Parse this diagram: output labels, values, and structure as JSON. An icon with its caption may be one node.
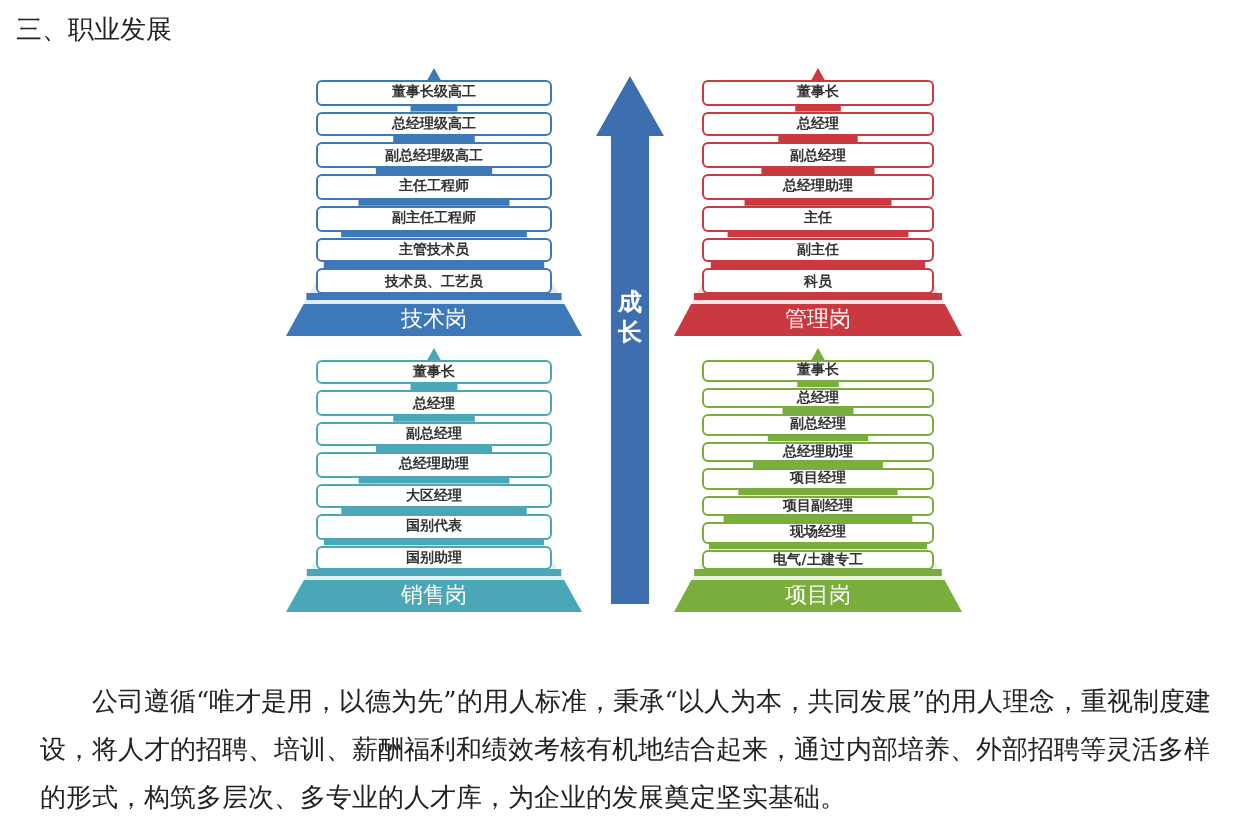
{
  "diagram": {
    "title": "三、职业发展",
    "nodes": [
      {
        "text": [
          "技术岗"
        ]
      },
      {
        "text": [
          "董事长级高工"
        ],
        "in": 0
      },
      {
        "text": [
          "总经理级高工"
        ],
        "in": 0
      },
      {
        "text": [
          "副总经理级高工"
        ],
        "in": 0
      },
      {
        "text": [
          "主任工程师"
        ],
        "in": 0
      },
      {
        "text": [
          "副主任工程师"
        ],
        "in": 0
      },
      {
        "text": [
          "主管技术员"
        ],
        "in": 0
      },
      {
        "text": [
          "技术员、工艺员"
        ],
        "in": 0
      },
      {
        "text": [
          "成长"
        ]
      },
      {
        "text": [
          "管理岗"
        ]
      },
      {
        "text": [
          "董事长"
        ],
        "in": 9
      },
      {
        "text": [
          "总经理"
        ],
        "in": 9
      },
      {
        "text": [
          "副总经理"
        ],
        "in": 9
      },
      {
        "text": [
          "总经理助理"
        ],
        "in": 9
      },
      {
        "text": [
          "主任"
        ],
        "in": 9
      },
      {
        "text": [
          "副主任"
        ],
        "in": 9
      },
      {
        "text": [
          "科员"
        ],
        "in": 9
      },
      {
        "text": [
          "销售岗"
        ]
      },
      {
        "text": [
          "董事长"
        ],
        "in": 17
      },
      {
        "text": [
          "总经理"
        ],
        "in": 17
      },
      {
        "text": [
          "副总经理"
        ],
        "in": 17
      },
      {
        "text": [
          "总经理助理"
        ],
        "in": 17
      },
      {
        "text": [
          "大区经理"
        ],
        "in": 17
      },
      {
        "text": [
          "国别代表"
        ],
        "in": 17
      },
      {
        "text": [
          "国别助理"
        ],
        "in": 17
      },
      {
        "text": [
          "项目岗"
        ]
      },
      {
        "text": [
          "董事长"
        ],
        "in": 25
      },
      {
        "text": [
          "总经理"
        ],
        "in": 25
      },
      {
        "text": [
          "副总经理"
        ],
        "in": 25
      },
      {
        "text": [
          "总经理助理"
        ],
        "in": 25
      },
      {
        "text": [
          "项目经理"
        ],
        "in": 25
      },
      {
        "text": [
          "项目副经理"
        ],
        "in": 25
      },
      {
        "text": [
          "现场经理"
        ],
        "in": 25
      },
      {
        "text": [
          "电气/土建专工"
        ],
        "in": 25
      }
    ],
    "caption": "公司遵循“唯才是用，以德为先”的用人标准，秉承“以人为本，共同发展”的用人理念，重视制度建设，将人才的招聘、培训、薪酬福利和绩效考核有机地结合起来，通过内部培养、外部招聘等灵活多样的形式，构筑多层次、多专业的人才库，为企业的发展奠定坚实基础。"
  }
}
